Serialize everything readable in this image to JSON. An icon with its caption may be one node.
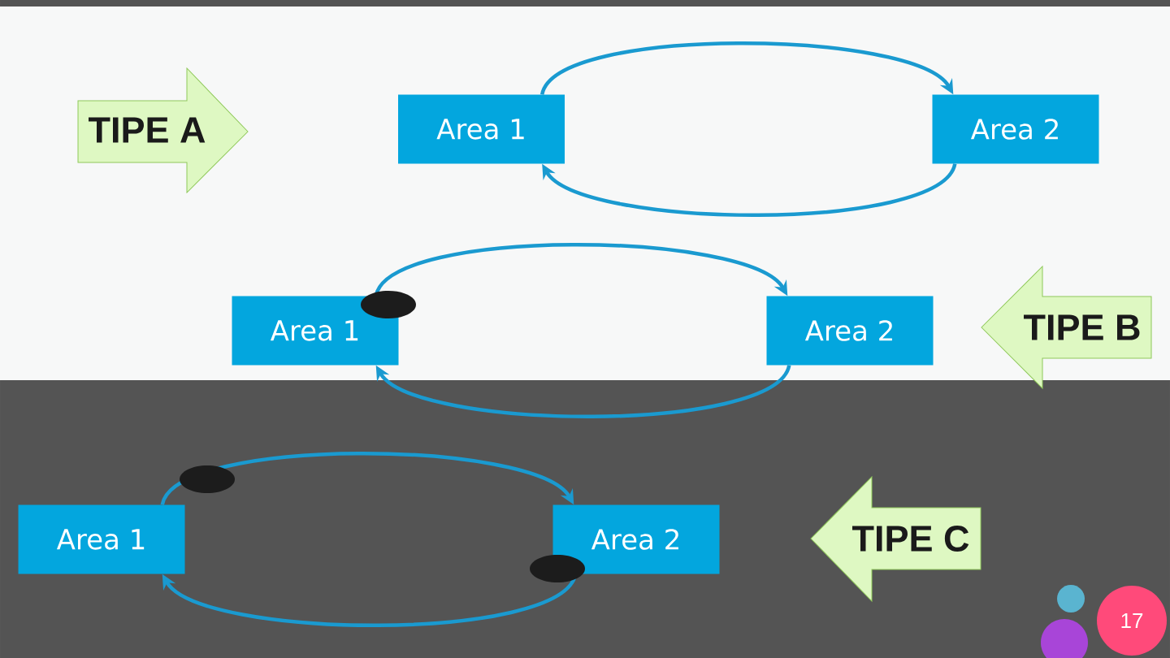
{
  "diagram": {
    "nodes": [
      {
        "text": [
          "TIPE A"
        ]
      },
      {
        "text": [
          "Area 1"
        ]
      },
      {
        "text": [
          "Area 2"
        ]
      },
      {
        "text": [
          "Area 1"
        ]
      },
      {
        "text": [
          "Area 2"
        ]
      },
      {
        "text": [
          "TIPE B"
        ]
      },
      {
        "text": [
          "Area 1"
        ]
      },
      {
        "text": [
          "Area 2"
        ]
      },
      {
        "text": [
          "TIPE C"
        ]
      },
      {
        "text": [
          "17"
        ]
      }
    ],
    "edges": [
      {
        "from": 1,
        "to": 2,
        "arrow": "to"
      },
      {
        "from": 2,
        "to": 1,
        "arrow": "to"
      },
      {
        "from": 3,
        "to": 4,
        "arrow": "to"
      },
      {
        "from": 4,
        "to": 3,
        "arrow": "to"
      },
      {
        "from": 6,
        "to": 7,
        "arrow": "to"
      },
      {
        "from": 7,
        "to": 6,
        "arrow": "to"
      }
    ]
  }
}
